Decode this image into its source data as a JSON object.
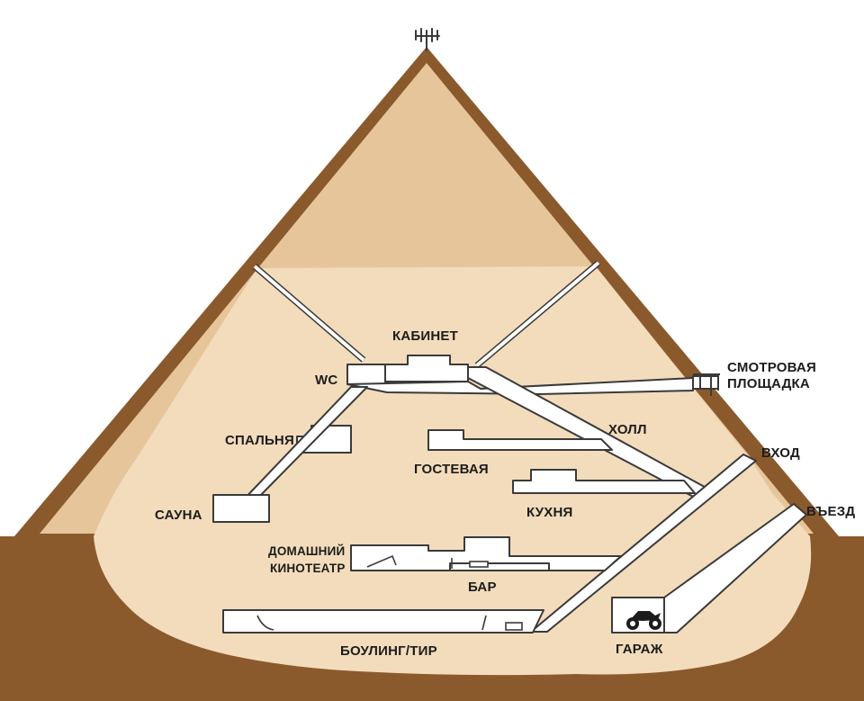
{
  "colors": {
    "ground": "#8b5a2c",
    "pyramid_outline": "#8b5a2c",
    "pyramid_fill": "#e7c59b",
    "interior": "#f3dcbc",
    "rooms": "#ffffff",
    "line": "#3a3a3a",
    "text": "#1c1c1c"
  },
  "labels": {
    "cabinet": "КАБИНЕТ",
    "wc": "WC",
    "observation_line1": "СМОТРОВАЯ",
    "observation_line2": "ПЛОЩАДКА",
    "hall": "ХОЛЛ",
    "bedroom": "СПАЛЬНЯ",
    "entrance": "ВХОД",
    "guest": "ГОСТЕВАЯ",
    "kitchen": "КУХНЯ",
    "sauna": "САУНА",
    "driveway": "ВЪЕЗД",
    "cinema_line1": "ДОМАШНИЙ",
    "cinema_line2": "КИНОТЕАТР",
    "bar": "БАР",
    "garage": "ГАРАЖ",
    "bowling": "БОУЛИНГ/ТИР"
  },
  "icons": {
    "antenna": "antenna-icon",
    "motorcycle": "motorcycle-icon"
  }
}
